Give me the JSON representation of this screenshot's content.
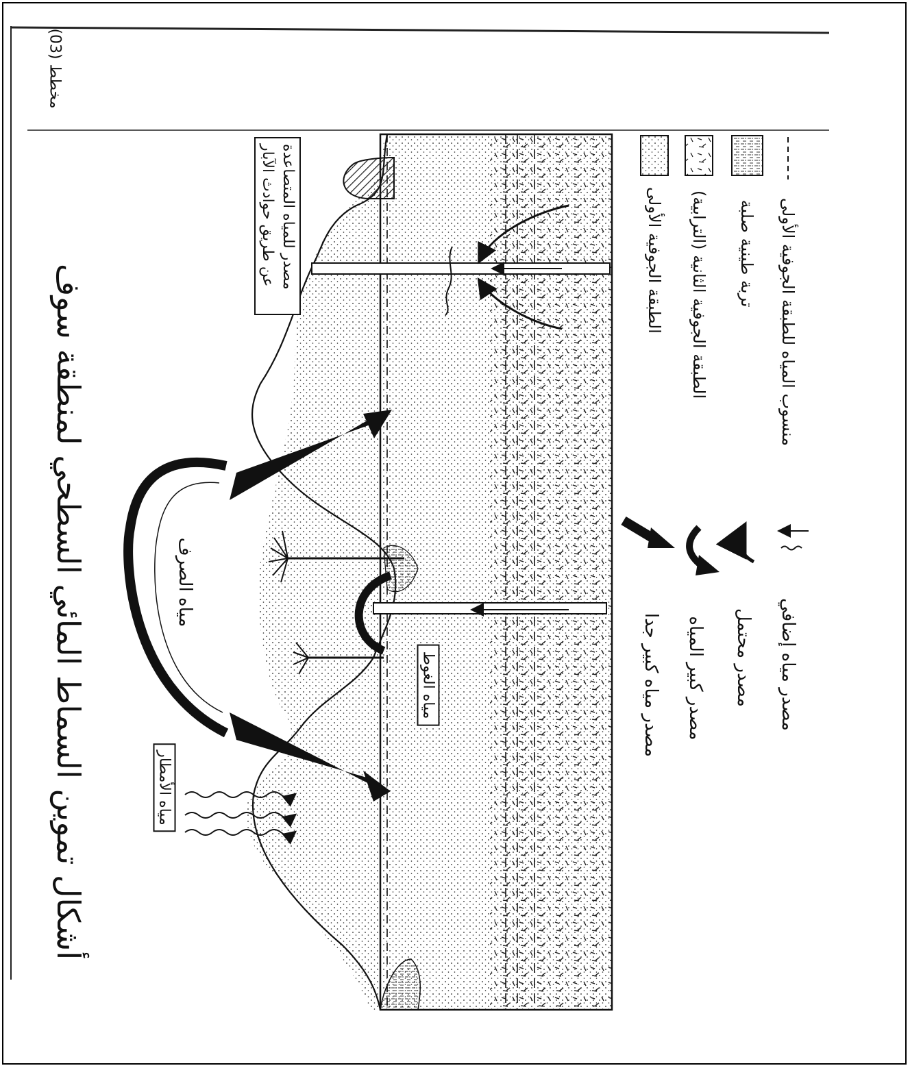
{
  "document": {
    "sheet_label": "مخطط (03)",
    "title": "أشكال تموين السماط المائي السطحي لمنطقة سوف"
  },
  "diagram_labels": {
    "rain_water": "مياه الأمطار",
    "urban_water": "مياه الصرف",
    "ghout_water": "مياه الغوط",
    "rising_source": "مصدر للمياه المتصاعدة عن طريق حوادث الآبار"
  },
  "legend_layers": [
    {
      "label": "الطبقة الجوفية الأولى",
      "pattern": "dots"
    },
    {
      "label": "الطبقة الجوفية الثانية (الترابية)",
      "pattern": "dashes"
    },
    {
      "label": "تربة طينية صلبة",
      "pattern": "clay"
    },
    {
      "label": "منسوب المياه للطبقة الجوفية الأولى",
      "pattern": "dashed-line"
    }
  ],
  "legend_sources": [
    {
      "label": "مصدر مياه كبير جدا",
      "icon": "big-black-arrow-icon"
    },
    {
      "label": "مصدر كبير المياه",
      "icon": "curved-black-arrow-icon"
    },
    {
      "label": "مصدر محتمل",
      "icon": "curved-thin-arrow-icon"
    },
    {
      "label": "مصدر مياه إضافي",
      "icon": "wavy-arrow-icon"
    }
  ],
  "colors": {
    "ink": "#111111",
    "paper": "#ffffff"
  }
}
